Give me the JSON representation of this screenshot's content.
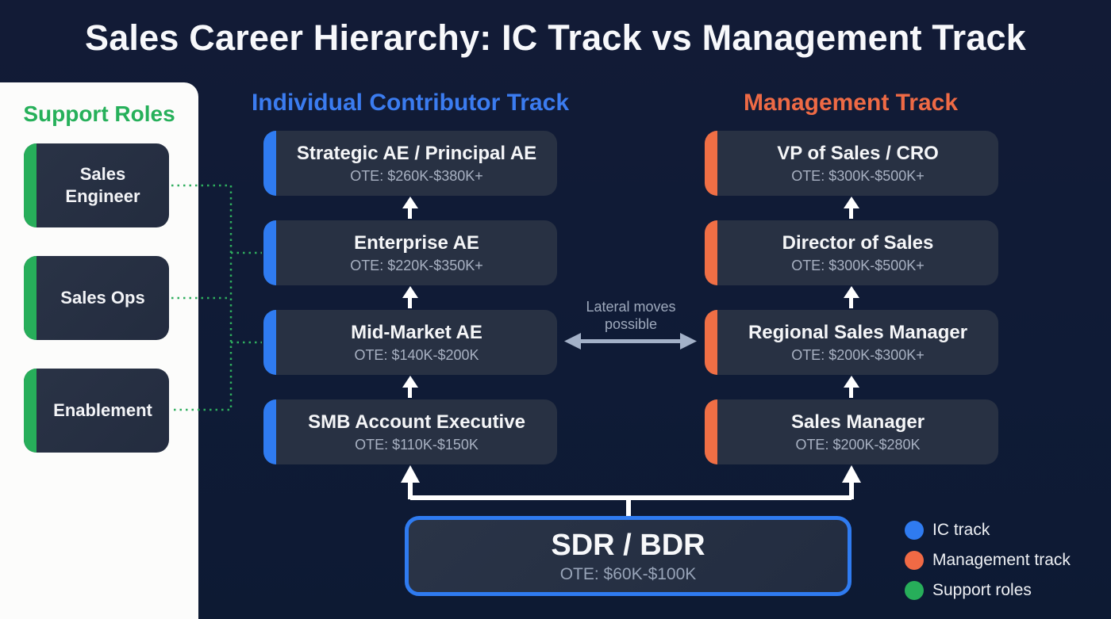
{
  "title": "Sales Career Hierarchy: IC Track vs Management Track",
  "colors": {
    "background": "#111c35",
    "ic": "#2f7bf0",
    "management": "#f06f45",
    "support": "#27ae5a",
    "card": "#283143"
  },
  "support": {
    "title": "Support Roles",
    "roles": [
      {
        "label": "Sales\nEngineer"
      },
      {
        "label": "Sales Ops"
      },
      {
        "label": "Enablement"
      }
    ]
  },
  "ic_track": {
    "title": "Individual Contributor Track",
    "roles": [
      {
        "name": "Strategic AE / Principal AE",
        "ote": "OTE: $260K-$380K+"
      },
      {
        "name": "Enterprise AE",
        "ote": "OTE: $220K-$350K+"
      },
      {
        "name": "Mid-Market AE",
        "ote": "OTE: $140K-$200K"
      },
      {
        "name": "SMB Account Executive",
        "ote": "OTE: $110K-$150K"
      }
    ]
  },
  "management_track": {
    "title": "Management Track",
    "roles": [
      {
        "name": "VP of Sales / CRO",
        "ote": "OTE: $300K-$500K+"
      },
      {
        "name": "Director of Sales",
        "ote": "OTE: $300K-$500K+"
      },
      {
        "name": "Regional Sales Manager",
        "ote": "OTE: $200K-$300K+"
      },
      {
        "name": "Sales Manager",
        "ote": "OTE: $200K-$280K"
      }
    ]
  },
  "lateral": {
    "label": "Lateral moves possible"
  },
  "entry": {
    "name": "SDR / BDR",
    "ote": "OTE: $60K-$100K"
  },
  "legend": [
    {
      "label": "IC track",
      "color": "#2f7bf0"
    },
    {
      "label": "Management track",
      "color": "#f06f45"
    },
    {
      "label": "Support roles",
      "color": "#27ae5a"
    }
  ]
}
